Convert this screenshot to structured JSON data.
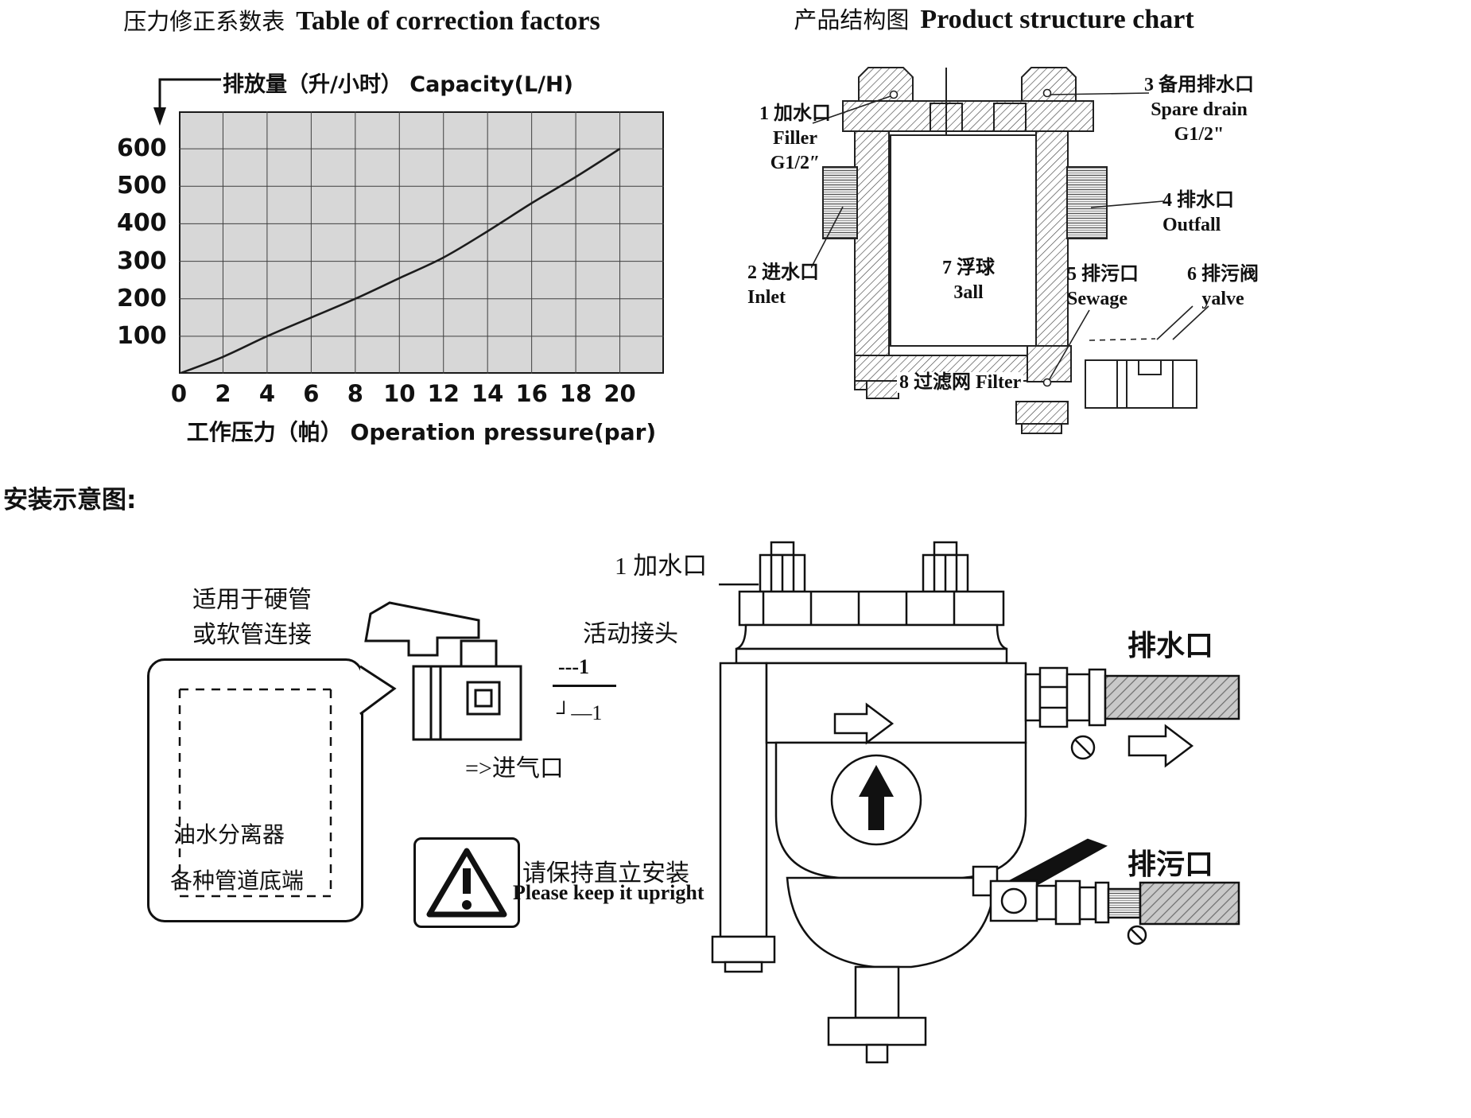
{
  "titles": {
    "correction_zh": "压力修正系数表",
    "correction_en": "Table of correction factors",
    "structure_zh": "产品结构图",
    "structure_en": "Product structure chart",
    "install_heading": "安装示意图:"
  },
  "chart_data": {
    "type": "line",
    "title": "压力修正系数表 Table of correction factors",
    "y_axis_label": "排放量（升/小时） Capacity(L/H)",
    "x_axis_label": "工作压力（帕） Operation pressure(par)",
    "x": [
      0,
      2,
      4,
      6,
      8,
      10,
      12,
      14,
      16,
      18,
      20
    ],
    "values": [
      0,
      45,
      100,
      150,
      200,
      255,
      310,
      380,
      455,
      525,
      600
    ],
    "x_ticks": [
      "0",
      "2",
      "4",
      "6",
      "8",
      "10",
      "12",
      "14",
      "16",
      "18",
      "20"
    ],
    "y_ticks": [
      "100",
      "200",
      "300",
      "400",
      "500",
      "600"
    ],
    "xlim": [
      0,
      22
    ],
    "ylim": [
      0,
      700
    ],
    "grid": true,
    "legend": "none",
    "plot_bg": "#d7d7d7",
    "line_color": "#1c1c1c"
  },
  "structure_labels": {
    "l1": {
      "line1": "1 加水口",
      "line2": "Filler",
      "line3": "G1/2″"
    },
    "l2": {
      "line1": "2 进水口",
      "line2": "Inlet"
    },
    "l3": {
      "line1": "3 备用排水口",
      "line2": "Spare drain",
      "line3": "G1/2\""
    },
    "l4": {
      "line1": "4 排水口",
      "line2": "Outfall"
    },
    "l5": {
      "line1": "5 排污口",
      "line2": "Sewage"
    },
    "l6": {
      "line1": "6 排污阀",
      "line2": "yalve"
    },
    "l7": {
      "line1": "7 浮球",
      "line2": "3all"
    },
    "l8": {
      "line1": "8 过滤网 Filter"
    }
  },
  "install": {
    "note_line1": "适用于硬管",
    "note_line2": "或软管连接",
    "box_label1": "油水分离器",
    "box_label2": "各种管道底端",
    "union_label": "活动接头",
    "frag1": "---1",
    "frag2": "┘—1",
    "air_inlet": "=>进气口",
    "warning_zh": "请保持直立安装",
    "warning_en": "Please keep it upright",
    "filler_label": "1 加水口",
    "outlet_label": "排水口",
    "sewage_label": "排污口"
  }
}
